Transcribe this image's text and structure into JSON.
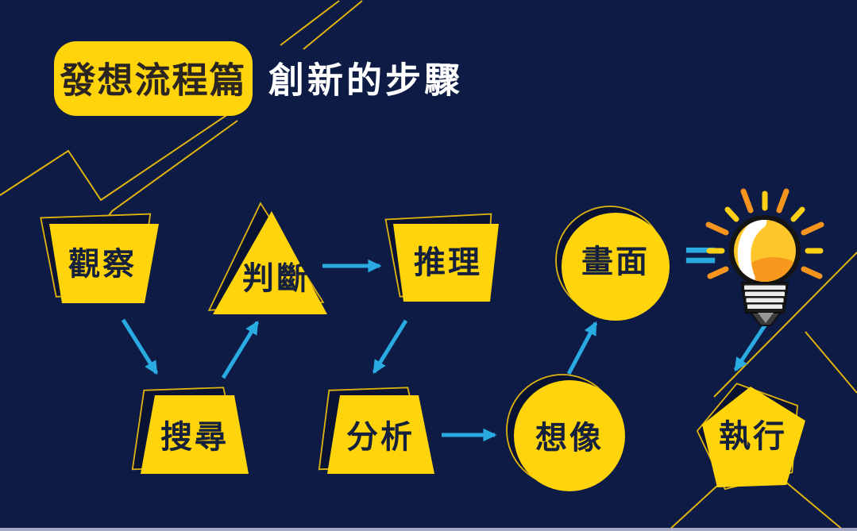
{
  "title": {
    "badge": "發想流程篇",
    "subtitle": "創新的步驟"
  },
  "flow": {
    "steps": [
      {
        "label": "觀察",
        "shape": "trapezoid"
      },
      {
        "label": "搜尋",
        "shape": "trapezoid"
      },
      {
        "label": "判斷",
        "shape": "triangle"
      },
      {
        "label": "推理",
        "shape": "trapezoid"
      },
      {
        "label": "分析",
        "shape": "trapezoid"
      },
      {
        "label": "想像",
        "shape": "circle"
      },
      {
        "label": "畫面",
        "shape": "circle"
      },
      {
        "label": "執行",
        "shape": "pentagon"
      }
    ],
    "equals_sign": "=",
    "result_icon": "lightbulb-icon"
  },
  "colors": {
    "background": "#0E1B45",
    "yellow": "#FFD40A",
    "outline_yellow": "#E0B40F",
    "arrow_cyan": "#29ABE2",
    "badge_text": "#2A2422",
    "subtitle_text": "#FFFFFF",
    "shape_text": "#14203C",
    "shadow_navy": "#0A1232",
    "bulb_yellow": "#FFC62B",
    "bulb_orange": "#F8991D",
    "ray_orange": "#F7941E",
    "ray_yellow": "#FFD013",
    "edge_strip": "#A6A8C2"
  }
}
